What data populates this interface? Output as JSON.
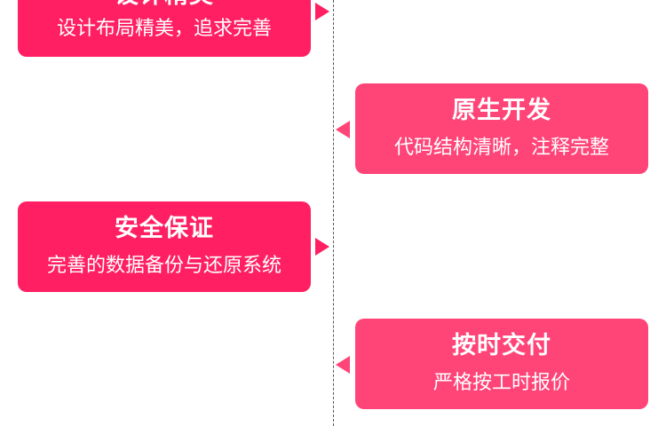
{
  "colors": {
    "card_primary": "#ff1f62",
    "card_secondary": "#ff4478",
    "timeline": "#555555"
  },
  "timeline": {
    "items": [
      {
        "title": "设计精美",
        "desc": "设计布局精美，追求完善"
      },
      {
        "title": "原生开发",
        "desc": "代码结构清晰，注释完整"
      },
      {
        "title": "安全保证",
        "desc": "完善的数据备份与还原系统"
      },
      {
        "title": "按时交付",
        "desc": "严格按工时报价"
      }
    ]
  }
}
